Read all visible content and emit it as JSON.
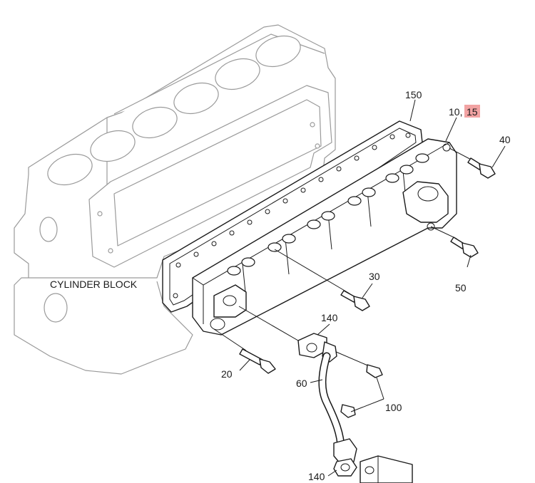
{
  "labels": {
    "cylinder_block": "CYLINDER BLOCK",
    "p150": "150",
    "p10": "10,",
    "p15": "15",
    "p40": "40",
    "p30": "30",
    "p50": "50",
    "p140_top": "140",
    "p20": "20",
    "p60": "60",
    "p100": "100",
    "p140_bottom": "140"
  },
  "colors": {
    "highlight": "#f2a3a3",
    "line": "#1a1a1a",
    "ghost_line": "#9a9a9a"
  }
}
